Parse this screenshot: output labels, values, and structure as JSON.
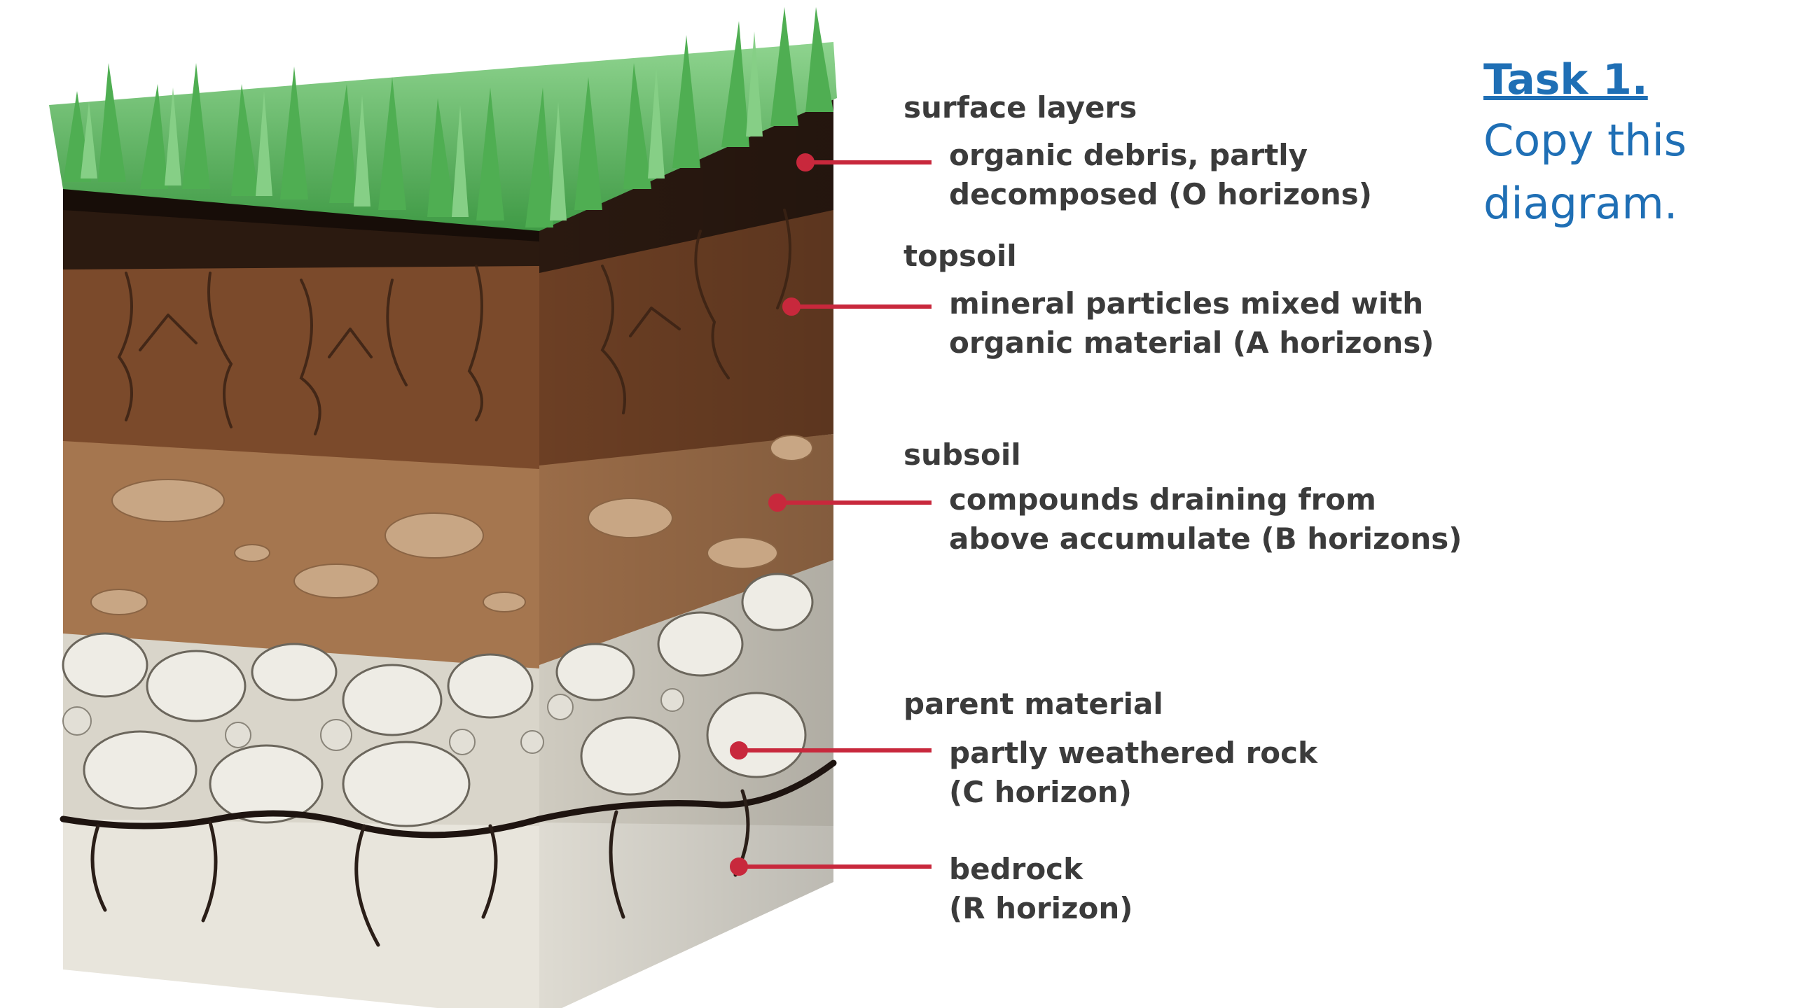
{
  "task": {
    "title": "Task 1.",
    "line1": "Copy this",
    "line2": "diagram."
  },
  "layers": [
    {
      "title": "surface layers",
      "desc1": "organic debris, partly",
      "desc2": "decomposed (O horizons)"
    },
    {
      "title": "topsoil",
      "desc1": "mineral particles mixed with",
      "desc2": "organic material (A horizons)"
    },
    {
      "title": "subsoil",
      "desc1": "compounds draining from",
      "desc2": "above accumulate (B horizons)"
    },
    {
      "title": "parent material",
      "desc1": "partly weathered rock",
      "desc2": "(C horizon)"
    },
    {
      "title": "",
      "desc1": "bedrock",
      "desc2": "(R horizon)"
    }
  ],
  "colors": {
    "grass": "#5cb85c",
    "organic": "#1e120c",
    "topsoil": "#7a4a2c",
    "subsoil": "#a0724e",
    "parent": "#d8d4c8",
    "bedrock": "#e6e3da",
    "leader": "#c8283c",
    "text": "#3b3b3b",
    "task": "#1f6fb5"
  }
}
